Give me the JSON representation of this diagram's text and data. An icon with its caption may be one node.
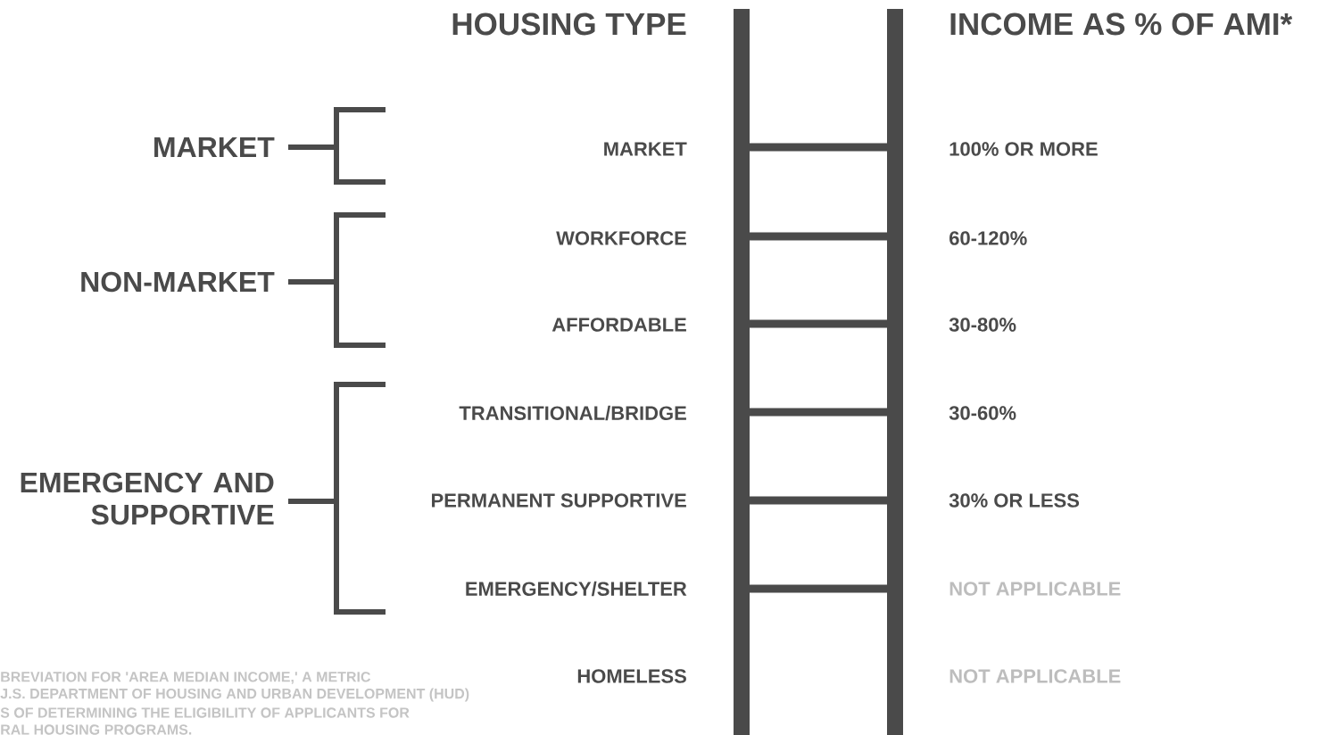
{
  "diagram": {
    "labels": [
      "HOUSING TYPE",
      "INCOME AS % OF AMI*",
      "MARKET",
      "NON-MARKET",
      "EMERGENCY AND SUPPORTIVE",
      "MARKET",
      "100% OR MORE",
      "WORKFORCE",
      "60-120%",
      "AFFORDABLE",
      "30-80%",
      "TRANSITIONAL/BRIDGE",
      "30-60%",
      "PERMANENT SUPPORTIVE",
      "30% OR LESS",
      "EMERGENCY/SHELTER",
      "NOT APPLICABLE",
      "BREVIATION FOR 'AREA MEDIAN INCOME,' A METRIC",
      "HOMELESS",
      "NOT APPLICABLE",
      "J.S. DEPARTMENT OF HOUSING AND URBAN DEVELOPMENT (HUD)",
      "S OF DETERMINING THE ELIGIBILITY OF APPLICANTS FOR",
      "RAL HOUSING PROGRAMS."
    ]
  }
}
